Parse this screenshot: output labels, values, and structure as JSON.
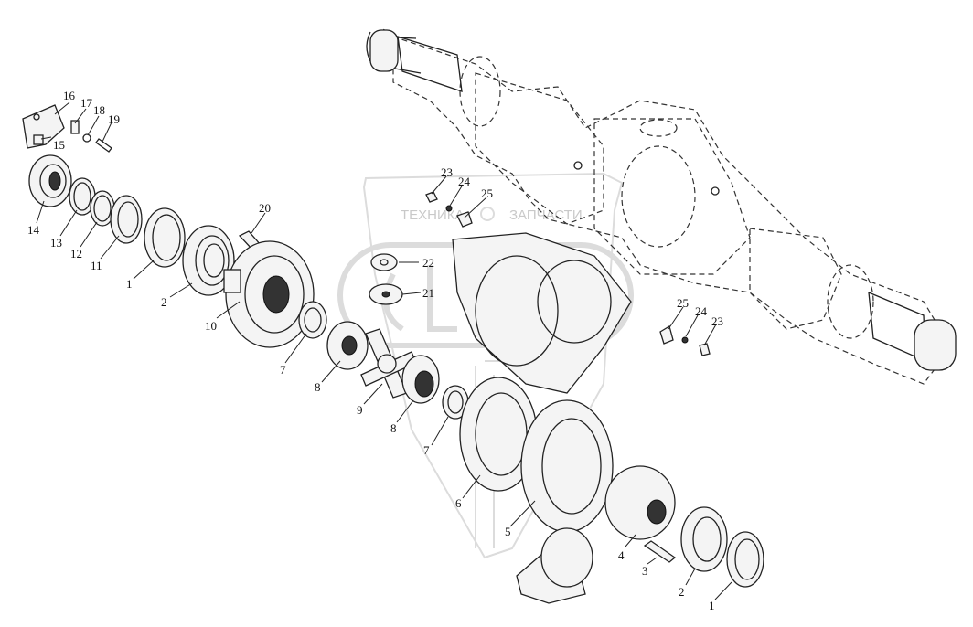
{
  "watermark": {
    "left_text": "ТЕХНИКА",
    "right_text": "ЗАПЧАСТИ"
  },
  "callouts": [
    {
      "id": "c16",
      "label": "16"
    },
    {
      "id": "c17",
      "label": "17"
    },
    {
      "id": "c18",
      "label": "18"
    },
    {
      "id": "c19",
      "label": "19"
    },
    {
      "id": "c15",
      "label": "15"
    },
    {
      "id": "c14",
      "label": "14"
    },
    {
      "id": "c13",
      "label": "13"
    },
    {
      "id": "c12",
      "label": "12"
    },
    {
      "id": "c11",
      "label": "11"
    },
    {
      "id": "c1a",
      "label": "1"
    },
    {
      "id": "c2a",
      "label": "2"
    },
    {
      "id": "c10",
      "label": "10"
    },
    {
      "id": "c20",
      "label": "20"
    },
    {
      "id": "c7a",
      "label": "7"
    },
    {
      "id": "c8a",
      "label": "8"
    },
    {
      "id": "c9",
      "label": "9"
    },
    {
      "id": "c8b",
      "label": "8"
    },
    {
      "id": "c7b",
      "label": "7"
    },
    {
      "id": "c6",
      "label": "6"
    },
    {
      "id": "c5",
      "label": "5"
    },
    {
      "id": "c4",
      "label": "4"
    },
    {
      "id": "c3",
      "label": "3"
    },
    {
      "id": "c2b",
      "label": "2"
    },
    {
      "id": "c1b",
      "label": "1"
    },
    {
      "id": "c23a",
      "label": "23"
    },
    {
      "id": "c24a",
      "label": "24"
    },
    {
      "id": "c25a",
      "label": "25"
    },
    {
      "id": "c22",
      "label": "22"
    },
    {
      "id": "c21",
      "label": "21"
    },
    {
      "id": "c25b",
      "label": "25"
    },
    {
      "id": "c24b",
      "label": "24"
    },
    {
      "id": "c23b",
      "label": "23"
    }
  ]
}
